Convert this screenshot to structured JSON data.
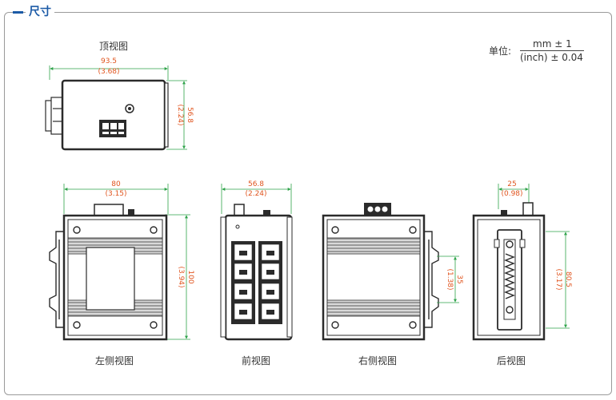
{
  "section": {
    "title": "尺寸"
  },
  "units": {
    "label": "单位:",
    "numerator": "mm ± 1",
    "denominator": "(inch) ± 0.04"
  },
  "colors": {
    "dimension_line": "#2ea34a",
    "dimension_text": "#e0541e",
    "title": "#1b5aa6",
    "device_body": "#2b2b2b"
  },
  "views": {
    "top": {
      "label": "顶视图",
      "width_mm": "93.5",
      "width_in": "(3.68)",
      "height_mm": "56.8",
      "height_in": "(2.24)"
    },
    "left": {
      "label": "左侧视图",
      "width_mm": "80",
      "width_in": "(3.15)",
      "height_mm": "100",
      "height_in": "(3.94)"
    },
    "front": {
      "label": "前视图",
      "width_mm": "56.8",
      "width_in": "(2.24)"
    },
    "right": {
      "label": "右侧视图",
      "height_mm": "35",
      "height_in": "(1.38)"
    },
    "rear": {
      "label": "后视图",
      "width_mm": "25",
      "width_in": "(0.98)",
      "height_mm": "80.5",
      "height_in": "(3.17)"
    }
  }
}
